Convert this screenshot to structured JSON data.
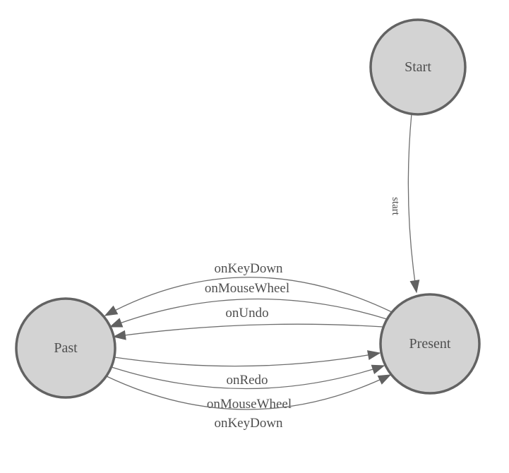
{
  "diagram": {
    "type": "state-diagram",
    "background": "#ffffff",
    "colors": {
      "node_fill": "#d3d3d3",
      "node_border": "#636363",
      "edge_line": "#6e6e6e",
      "arrowhead": "#616161",
      "label_text": "#4f4f4f"
    },
    "nodes": [
      {
        "id": "start",
        "label": "Start"
      },
      {
        "id": "present",
        "label": "Present"
      },
      {
        "id": "past",
        "label": "Past"
      }
    ],
    "edges": [
      {
        "from": "Start",
        "to": "Present",
        "label": "start"
      },
      {
        "from": "Present",
        "to": "Past",
        "label": "onKeyDown"
      },
      {
        "from": "Present",
        "to": "Past",
        "label": "onMouseWheel"
      },
      {
        "from": "Present",
        "to": "Past",
        "label": "onUndo"
      },
      {
        "from": "Past",
        "to": "Present",
        "label": "onRedo"
      },
      {
        "from": "Past",
        "to": "Present",
        "label": "onMouseWheel"
      },
      {
        "from": "Past",
        "to": "Present",
        "label": "onKeyDown"
      }
    ]
  }
}
